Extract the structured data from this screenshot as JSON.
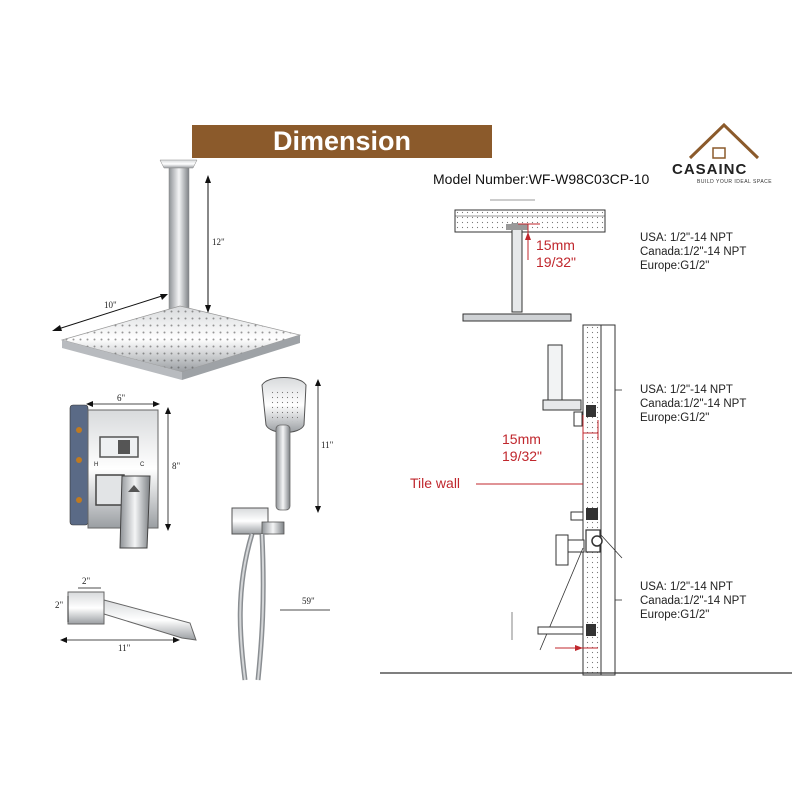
{
  "banner": {
    "title": "Dimension"
  },
  "logo": {
    "brand": "CASAINC",
    "tagline": "BUILD YOUR IDEAL SPACE"
  },
  "model": {
    "label": "Model Number:WF-W98C03CP-10"
  },
  "connections": [
    {
      "usa": "USA: 1/2\"-14 NPT",
      "canada": "Canada:1/2\"-14 NPT",
      "europe": "Europe:G1/2\""
    },
    {
      "usa": "USA: 1/2\"-14 NPT",
      "canada": "Canada:1/2\"-14 NPT",
      "europe": "Europe:G1/2\""
    },
    {
      "usa": "USA: 1/2\"-14 NPT",
      "canada": "Canada:1/2\"-14 NPT",
      "europe": "Europe:G1/2\""
    }
  ],
  "offsets": [
    {
      "mm": "15mm",
      "inch": "19/32\""
    },
    {
      "mm": "15mm",
      "inch": "19/32\""
    }
  ],
  "tile_wall": "Tile wall",
  "dimensions": {
    "shower_head_width": "10\"",
    "ceiling_arm": "12\"",
    "valve_width": "6\"",
    "valve_height": "8\"",
    "handheld_height": "11\"",
    "hose_length": "59\"",
    "spout_height": "2\"",
    "spout_top": "2\"",
    "spout_length": "11\""
  },
  "valve_labels": {
    "hot": "H",
    "cold": "C"
  },
  "colors": {
    "banner": "#8B5A2B",
    "annotation_red": "#c0272d",
    "chrome": "#b9bcc0"
  }
}
